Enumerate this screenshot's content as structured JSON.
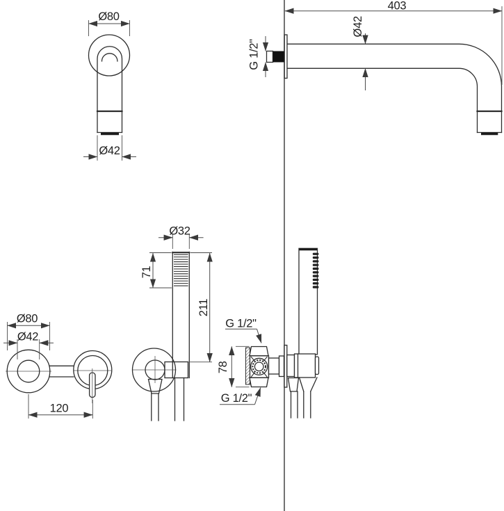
{
  "drawing": {
    "type": "technical-installation-drawing",
    "subject": "concealed shower set with wall spout, hand shower and mixer valve",
    "units": "mm",
    "colors": {
      "ink": "#2d2d2d",
      "dimension": "#4a4a4a",
      "wall": "#5a5a5a",
      "background": "#ffffff",
      "thread_fill": "#111111"
    },
    "views": {
      "arm_front": {
        "flange_diameter": "Ø80",
        "spout_diameter": "Ø42"
      },
      "arm_side": {
        "length": "403",
        "tube_diameter": "Ø42",
        "thread": "G 1/2\""
      },
      "handshower_front": {
        "head_diameter": "Ø32",
        "spray_face_length": "71",
        "total_length": "211"
      },
      "mixer_front": {
        "escutcheon_diameter": "Ø80",
        "hub_diameter": "Ø42",
        "center_distance": "120"
      },
      "valve_side": {
        "top_thread": "G 1/2\"",
        "port_span": "78",
        "bottom_thread": "G 1/2\""
      }
    }
  }
}
